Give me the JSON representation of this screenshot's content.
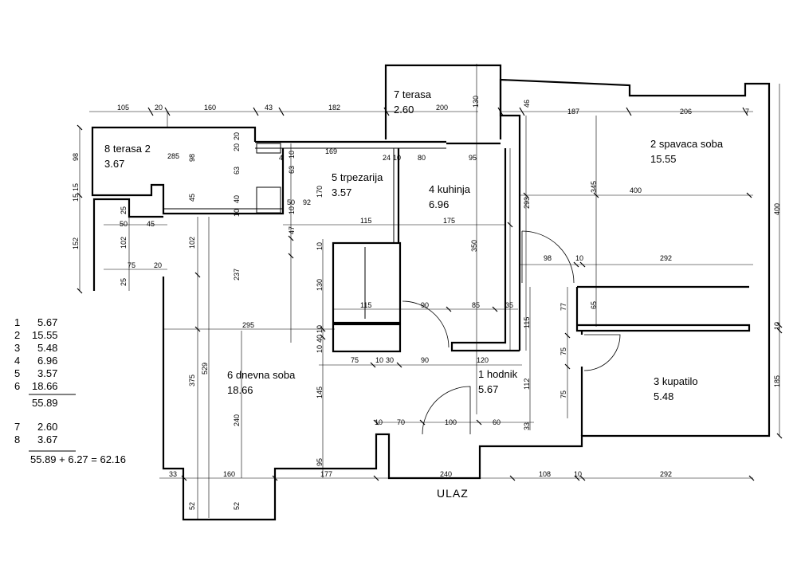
{
  "rooms": [
    {
      "name": "1 hodnik",
      "area": "5.67"
    },
    {
      "name": "2 spavaca soba",
      "area": "15.55"
    },
    {
      "name": "3 kupatilo",
      "area": "5.48"
    },
    {
      "name": "4 kuhinja",
      "area": "6.96"
    },
    {
      "name": "5 trpezarija",
      "area": "3.57"
    },
    {
      "name": "6 dnevna soba",
      "area": "18.66"
    },
    {
      "name": "7 terasa",
      "area": "2.60"
    },
    {
      "name": "8 terasa 2",
      "area": "3.67"
    }
  ],
  "legend": {
    "rows": [
      {
        "n": "1",
        "v": "5.67"
      },
      {
        "n": "2",
        "v": "15.55"
      },
      {
        "n": "3",
        "v": "5.48"
      },
      {
        "n": "4",
        "v": "6.96"
      },
      {
        "n": "5",
        "v": "3.57"
      },
      {
        "n": "6",
        "v": "18.66"
      }
    ],
    "subtotal": "55.89",
    "terrace_rows": [
      {
        "n": "7",
        "v": "2.60"
      },
      {
        "n": "8",
        "v": "3.67"
      }
    ],
    "total": "55.89 + 6.27 = 62.16"
  },
  "entrance": "ULAZ",
  "dims": {
    "top": [
      "105",
      "20",
      "160",
      "43",
      "182"
    ],
    "terrace7": [
      "200",
      "130"
    ],
    "bedroom": [
      "46",
      "187",
      "206",
      "7",
      "345",
      "400",
      "293",
      "98",
      "10",
      "292",
      "65",
      "400",
      "10",
      "185"
    ],
    "terrace8": [
      "98",
      "20",
      "20",
      "98",
      "285",
      "63",
      "45",
      "40",
      "10",
      "15",
      "15"
    ],
    "left": [
      "25",
      "50",
      "45",
      "102",
      "102",
      "152",
      "75",
      "20",
      "25"
    ],
    "dining": [
      "169",
      "24",
      "10",
      "80",
      "95",
      "4",
      "10",
      "63",
      "50",
      "92",
      "170",
      "10",
      "47",
      "115",
      "175",
      "350",
      "10",
      "130"
    ],
    "living": [
      "237",
      "529",
      "375",
      "295",
      "240",
      "145",
      "95"
    ],
    "mid": [
      "115",
      "90",
      "85",
      "35",
      "10",
      "40",
      "10",
      "75",
      "10",
      "30",
      "90",
      "120",
      "115",
      "77",
      "75",
      "112",
      "75"
    ],
    "hall": [
      "10",
      "70",
      "100",
      "60",
      "33"
    ],
    "bottom": [
      "33",
      "160",
      "177",
      "240",
      "108",
      "10",
      "292",
      "52",
      "52"
    ]
  }
}
